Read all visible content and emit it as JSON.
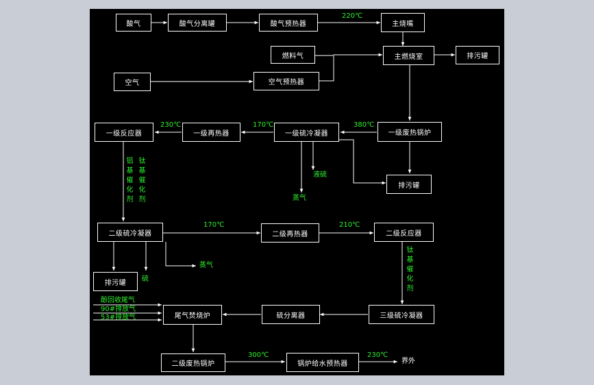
{
  "colors": {
    "background": "#000000",
    "line": "#ffffff",
    "label": "#2ef52e",
    "frame": "#c9ced6"
  },
  "boxes": {
    "acid_gas": "酸气",
    "acid_separator": "酸气分离罐",
    "acid_preheater": "酸气预热器",
    "main_burner": "主烧嘴",
    "fuel_gas": "燃料气",
    "main_furnace": "主燃烧室",
    "drain_tank_top": "排污罐",
    "air": "空气",
    "air_preheater": "空气预热器",
    "first_reactor": "一级反应器",
    "first_reheater": "一级再热器",
    "first_condenser": "一级硫冷凝器",
    "first_waste_boiler": "一级废热锅炉",
    "drain_tank_mid": "排污罐",
    "second_condenser": "二级硫冷凝器",
    "second_reheater": "二级再热器",
    "second_reactor": "二级反应器",
    "drain_tank_low": "排污罐",
    "tail_incinerator": "尾气焚烧炉",
    "sulfur_separator": "硫分离器",
    "third_condenser": "三级硫冷凝器",
    "second_waste_boiler": "二级废热锅炉",
    "feedwater_preheater": "锅炉给水预热器"
  },
  "labels": {
    "t220": "220℃",
    "t230a": "230℃",
    "t170a": "170℃",
    "t380": "380℃",
    "liquid_sulfur": "液硫",
    "steam1": "蒸气",
    "t170b": "170℃",
    "t210": "210℃",
    "sulfur": "硫",
    "steam2": "蒸气",
    "recovered_gas": "酚回收尾气",
    "tank90_gas": "90#排放气",
    "tank53_gas": "53#排放气",
    "t300": "300℃",
    "t230b": "230℃",
    "outside": "界外"
  },
  "vertical_labels": {
    "catalyst_al": "铝基催化剂",
    "catalyst_ti": "钛基催化剂",
    "catalyst_ti2": "钛基催化剂"
  }
}
